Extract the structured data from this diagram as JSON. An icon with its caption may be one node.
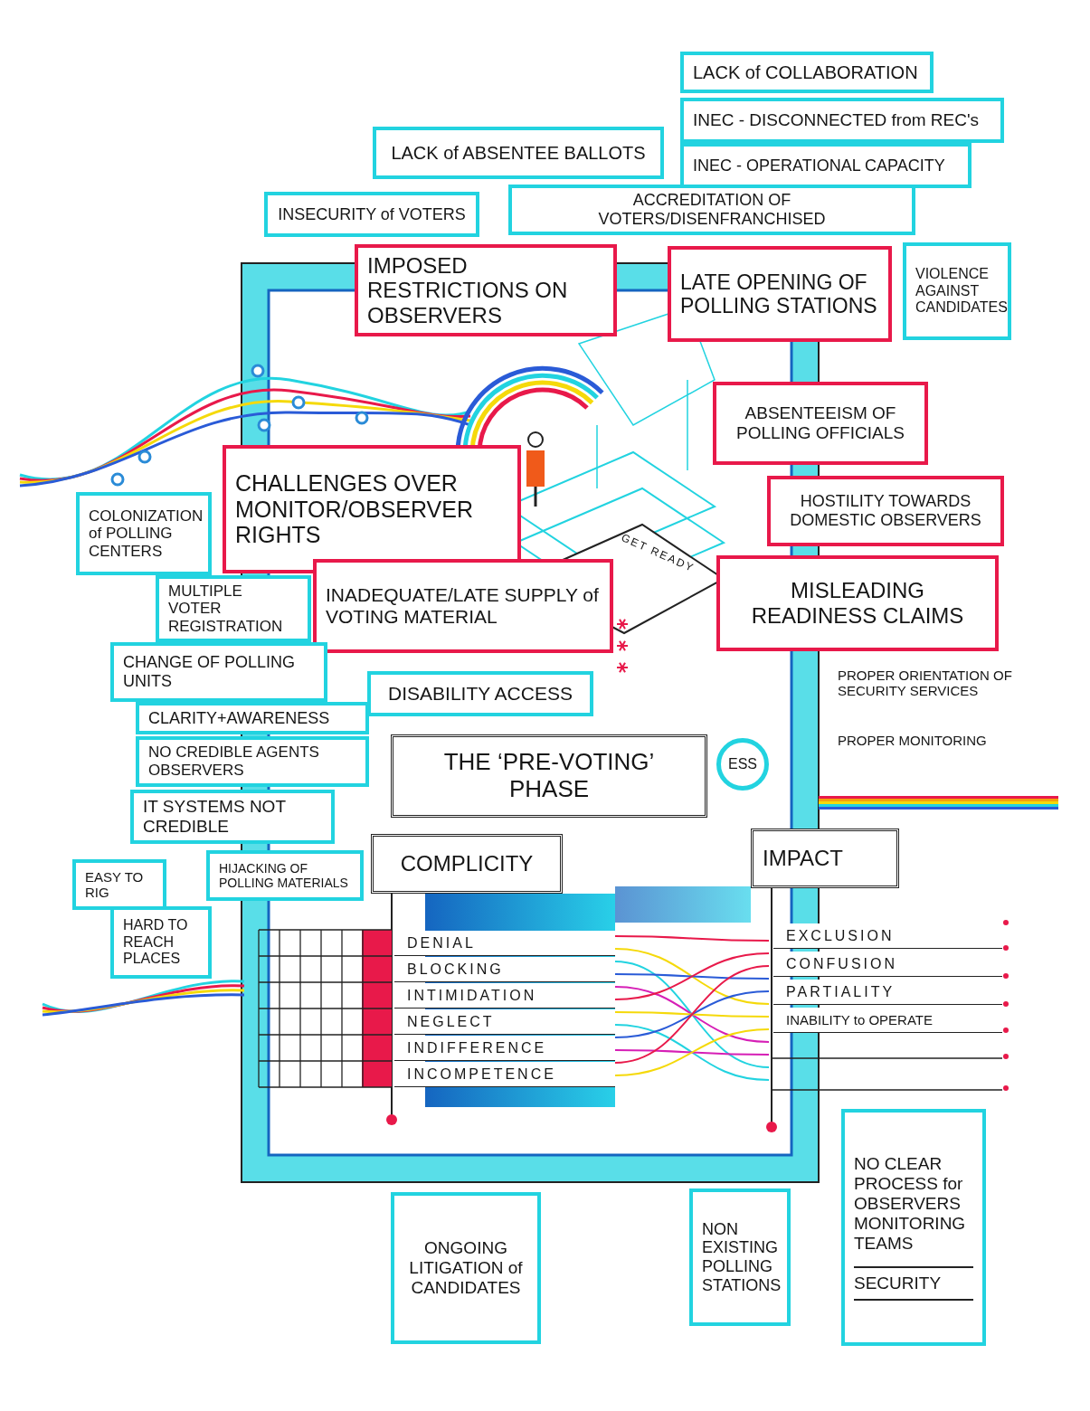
{
  "diagram": {
    "nodes": [
      {
        "text": [
          "LACK of COLLABORATION"
        ]
      },
      {
        "text": [
          "INEC - DISCONNECTED from REC's"
        ]
      },
      {
        "text": [
          "LACK of ABSENTEE BALLOTS"
        ]
      },
      {
        "text": [
          "INEC - OPERATIONAL CAPACITY"
        ]
      },
      {
        "text": [
          "INSECURITY of VOTERS"
        ]
      },
      {
        "text": [
          "ACCREDITATION OF VOTERS/DISENFRANCHISED"
        ]
      },
      {
        "text": [
          "IMPOSED RESTRICTIONS ON OBSERVERS"
        ]
      },
      {
        "text": [
          "LATE OPENING OF POLLING STATIONS"
        ]
      },
      {
        "text": [
          "VIOLENCE AGAINST CANDIDATES"
        ]
      },
      {
        "text": [
          "ABSENTEEISM OF POLLING OFFICIALS"
        ]
      },
      {
        "text": [
          "CHALLENGES OVER MONITOR/OBSERVER RIGHTS"
        ]
      },
      {
        "text": [
          "COLONIZATION of POLLING CENTERS"
        ]
      },
      {
        "text": [
          "HOSTILITY TOWARDS DOMESTIC OBSERVERS"
        ]
      },
      {
        "text": [
          "MULTIPLE VOTER REGISTRATION"
        ]
      },
      {
        "text": [
          "INADEQUATE/LATE SUPPLY of VOTING MATERIAL"
        ]
      },
      {
        "text": [
          "MISLEADING READINESS CLAIMS"
        ]
      },
      {
        "text": [
          "CHANGE OF POLLING UNITS"
        ]
      },
      {
        "text": [
          "DISABILITY ACCESS"
        ]
      },
      {
        "text": [
          "CLARITY+AWARENESS"
        ]
      },
      {
        "text": [
          "NO CREDIBLE AGENTS OBSERVERS"
        ]
      },
      {
        "text": [
          "THE ‘PRE-VOTING’ PHASE"
        ]
      },
      {
        "text": [
          "ESS"
        ]
      },
      {
        "text": [
          "IT SYSTEMS NOT CREDIBLE"
        ]
      },
      {
        "text": [
          "COMPLICITY"
        ]
      },
      {
        "text": [
          "IMPACT"
        ]
      },
      {
        "text": [
          "EASY TO RIG"
        ]
      },
      {
        "text": [
          "HIJACKING OF POLLING MATERIALS"
        ]
      },
      {
        "text": [
          "HARD TO REACH PLACES"
        ]
      },
      {
        "text": [
          "ONGOING LITIGATION of CANDIDATES"
        ]
      },
      {
        "text": [
          "NON EXISTING POLLING STATIONS"
        ]
      },
      {
        "text": [
          "NO CLEAR PROCESS for OBSERVERS MONITORING TEAMS",
          "SECURITY"
        ]
      }
    ],
    "labels": [
      "GET READY",
      "PROPER ORIENTATION OF SECURITY SERVICES",
      "PROPER MONITORING",
      "DENIAL",
      "EXCLUSION",
      "BLOCKING",
      "CONFUSION",
      "INTIMIDATION",
      "PARTIALITY",
      "NEGLECT",
      "INABILITY to OPERATE",
      "INDIFFERENCE",
      "INCOMPETENCE"
    ]
  }
}
